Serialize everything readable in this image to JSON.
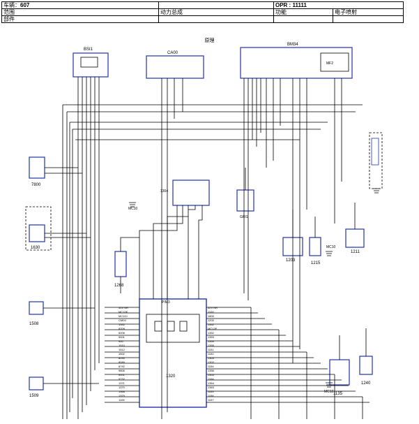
{
  "header": {
    "vehicle_label": "车辆：",
    "vehicle_value": "607",
    "opr_label": "OPR : ",
    "opr_value": "11111",
    "scope_label": "范围",
    "scope_value": "动力总成",
    "function_label": "功能",
    "function_value": "电子喷射",
    "part_label": "部件",
    "caption": "原理"
  },
  "components": {
    "bsi": "BSI1",
    "ca00": "CA00",
    "bm34": "BM34",
    "c7800": "7800",
    "c1630": "1630",
    "c1304": "1304",
    "mc10a": "MC10",
    "c1268": "1268",
    "c1508": "1508",
    "c1509": "1509",
    "c1320": "1320",
    "c1203": "1203",
    "c1215": "1215",
    "c1211": "1211",
    "gr1": "GRI1",
    "mc10b": "MC10",
    "c1135": "1135",
    "c1240": "1240",
    "mc12": "MC12"
  },
  "labels": {
    "ecu_pins_left": [
      "40V NR",
      "MC10K",
      "MC10J",
      "CM04",
      "1342",
      "8209",
      "8208",
      "9001",
      "900",
      "1510",
      "1512",
      "1502",
      "8090",
      "8089",
      "8792",
      "9806",
      "9001",
      "9732",
      "1371",
      "1370",
      "1366",
      "1379",
      "1106"
    ],
    "ecu_pins_right": [
      "32V NR",
      "1100",
      "1800",
      "1200",
      "1342",
      "MC12E",
      "1352",
      "1353",
      "1354",
      "1355",
      "1151",
      "1152",
      "1303",
      "1302",
      "1154",
      "1356",
      "1305",
      "1164",
      "1364",
      "1363",
      "1155",
      "1156",
      "1157"
    ],
    "ecu_top": "PIM3",
    "bm34_pin": "MF2"
  }
}
